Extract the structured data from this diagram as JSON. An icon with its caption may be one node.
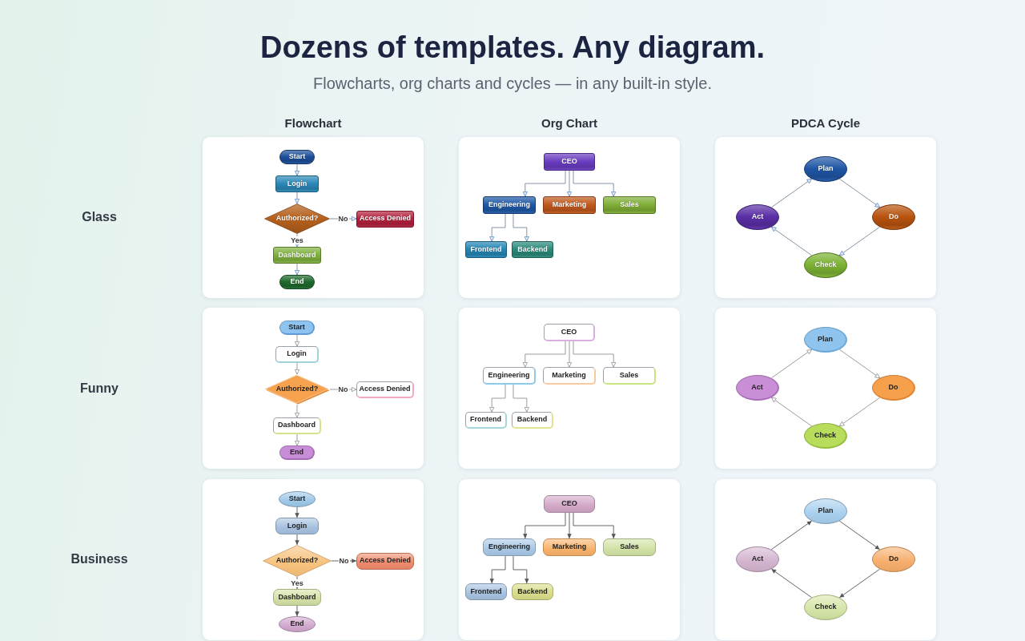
{
  "diagram": {
    "title": "Dozens of templates. Any diagram.",
    "nodes": [
      {
        "text": [],
        "shape": "box"
      },
      {
        "text": [
          "Start"
        ],
        "in": 0
      },
      {
        "text": [
          "Login"
        ],
        "in": 0
      },
      {
        "text": [
          "Authorized?"
        ],
        "in": 0
      },
      {
        "text": [
          "Access Denied"
        ],
        "in": 0
      },
      {
        "text": [
          "Dashboard"
        ],
        "in": 0
      },
      {
        "text": [
          "End"
        ],
        "in": 0
      },
      {
        "text": [],
        "shape": "box"
      },
      {
        "text": [
          "CEO"
        ],
        "in": 7
      },
      {
        "text": [
          "Engineering"
        ],
        "in": 7
      },
      {
        "text": [
          "Marketing"
        ],
        "in": 7
      },
      {
        "text": [
          "Sales"
        ],
        "in": 7
      },
      {
        "text": [
          "Frontend"
        ],
        "in": 7
      },
      {
        "text": [
          "Backend"
        ],
        "in": 7
      },
      {
        "text": [],
        "shape": "box"
      },
      {
        "text": [
          "Plan"
        ],
        "in": 14
      },
      {
        "text": [
          "Act"
        ],
        "in": 14
      },
      {
        "text": [
          "Do"
        ],
        "in": 14
      },
      {
        "text": [
          "Check"
        ],
        "in": 14
      },
      {
        "text": [],
        "shape": "box"
      },
      {
        "text": [
          "Start"
        ],
        "in": 19
      },
      {
        "text": [
          "Login"
        ],
        "in": 19
      },
      {
        "text": [
          "Authorized?"
        ],
        "in": 19
      },
      {
        "text": [
          "Access Denied"
        ],
        "in": 19
      },
      {
        "text": [
          "Dashboard"
        ],
        "in": 19
      },
      {
        "text": [
          "End"
        ],
        "in": 19
      },
      {
        "text": [],
        "shape": "box"
      },
      {
        "text": [
          "CEO"
        ],
        "in": 26
      },
      {
        "text": [
          "Engineering"
        ],
        "in": 26
      },
      {
        "text": [
          "Marketing"
        ],
        "in": 26
      },
      {
        "text": [
          "Sales"
        ],
        "in": 26
      },
      {
        "text": [
          "Frontend"
        ],
        "in": 26
      },
      {
        "text": [
          "Backend"
        ],
        "in": 26
      },
      {
        "text": [],
        "shape": "box"
      },
      {
        "text": [
          "Plan"
        ],
        "in": 33
      },
      {
        "text": [
          "Act"
        ],
        "in": 33
      },
      {
        "text": [
          "Do"
        ],
        "in": 33
      },
      {
        "text": [
          "Check"
        ],
        "in": 33
      },
      {
        "text": [],
        "shape": "box"
      },
      {
        "text": [
          "Start"
        ],
        "in": 38
      },
      {
        "text": [
          "Login"
        ],
        "in": 38
      },
      {
        "text": [
          "Authorized?"
        ],
        "in": 38
      },
      {
        "text": [
          "Access Denied"
        ],
        "in": 38
      },
      {
        "text": [
          "Dashboard"
        ],
        "in": 38
      },
      {
        "text": [
          "End"
        ],
        "in": 38
      },
      {
        "text": [],
        "shape": "box"
      },
      {
        "text": [
          "CEO"
        ],
        "in": 45
      },
      {
        "text": [
          "Engineering"
        ],
        "in": 45
      },
      {
        "text": [
          "Marketing"
        ],
        "in": 45
      },
      {
        "text": [
          "Sales"
        ],
        "in": 45
      },
      {
        "text": [
          "Frontend"
        ],
        "in": 45
      },
      {
        "text": [
          "Backend"
        ],
        "in": 45
      },
      {
        "text": [],
        "shape": "box"
      },
      {
        "text": [
          "Plan"
        ],
        "in": 52
      },
      {
        "text": [
          "Act"
        ],
        "in": 52
      },
      {
        "text": [
          "Do"
        ],
        "in": 52
      },
      {
        "text": [
          "Check"
        ],
        "in": 52
      }
    ],
    "edges": [
      {
        "from": 1,
        "to": 2,
        "arrow": "to"
      },
      {
        "from": 2,
        "to": 3,
        "arrow": "to"
      },
      {
        "from": 3,
        "to": 4,
        "arrow": "to",
        "label": "No"
      },
      {
        "from": 3,
        "to": 5,
        "arrow": "to",
        "label": "Yes"
      },
      {
        "from": 5,
        "to": 6,
        "arrow": "to"
      },
      {
        "from": 8,
        "to": 9,
        "arrow": "to"
      },
      {
        "from": 8,
        "to": 10,
        "arrow": "to"
      },
      {
        "from": 8,
        "to": 11,
        "arrow": "to"
      },
      {
        "from": 9,
        "to": 12,
        "arrow": "to"
      },
      {
        "from": 9,
        "to": 13,
        "arrow": "to"
      },
      {
        "from": 15,
        "to": 17,
        "arrow": "to"
      },
      {
        "from": 17,
        "to": 18,
        "arrow": "to"
      },
      {
        "from": 18,
        "to": 16,
        "arrow": "to"
      },
      {
        "from": 16,
        "to": 15,
        "arrow": "to"
      },
      {
        "from": 20,
        "to": 21,
        "arrow": "to"
      },
      {
        "from": 21,
        "to": 22,
        "arrow": "to"
      },
      {
        "from": 22,
        "to": 23,
        "arrow": "to",
        "label": "No"
      },
      {
        "from": 22,
        "to": 24,
        "arrow": "to"
      },
      {
        "from": 24,
        "to": 25,
        "arrow": "to"
      },
      {
        "from": 27,
        "to": 28,
        "arrow": "to"
      },
      {
        "from": 27,
        "to": 29,
        "arrow": "to"
      },
      {
        "from": 27,
        "to": 30,
        "arrow": "to"
      },
      {
        "from": 28,
        "to": 31,
        "arrow": "to"
      },
      {
        "from": 28,
        "to": 32,
        "arrow": "to"
      },
      {
        "from": 34,
        "to": 36,
        "arrow": "to"
      },
      {
        "from": 36,
        "to": 37,
        "arrow": "to"
      },
      {
        "from": 37,
        "to": 35,
        "arrow": "to"
      },
      {
        "from": 35,
        "to": 34,
        "arrow": "to"
      },
      {
        "from": 39,
        "to": 40,
        "arrow": "to"
      },
      {
        "from": 40,
        "to": 41,
        "arrow": "to"
      },
      {
        "from": 41,
        "to": 42,
        "arrow": "to",
        "label": "No"
      },
      {
        "from": 41,
        "to": 43,
        "arrow": "to",
        "label": "Yes"
      },
      {
        "from": 43,
        "to": 44,
        "arrow": "to"
      },
      {
        "from": 46,
        "to": 47,
        "arrow": "to"
      },
      {
        "from": 46,
        "to": 48,
        "arrow": "to"
      },
      {
        "from": 46,
        "to": 49,
        "arrow": "to"
      },
      {
        "from": 47,
        "to": 50,
        "arrow": "to"
      },
      {
        "from": 47,
        "to": 51,
        "arrow": "to"
      },
      {
        "from": 53,
        "to": 55,
        "arrow": "to"
      },
      {
        "from": 55,
        "to": 56,
        "arrow": "to"
      },
      {
        "from": 56,
        "to": 54,
        "arrow": "to"
      },
      {
        "from": 54,
        "to": 53,
        "arrow": "to"
      }
    ],
    "labels": [
      "Flowcharts, org charts and cycles — in any built-in style.",
      "Flowchart",
      "Org Chart",
      "PDCA Cycle",
      "Glass",
      "Funny",
      "Business"
    ]
  }
}
